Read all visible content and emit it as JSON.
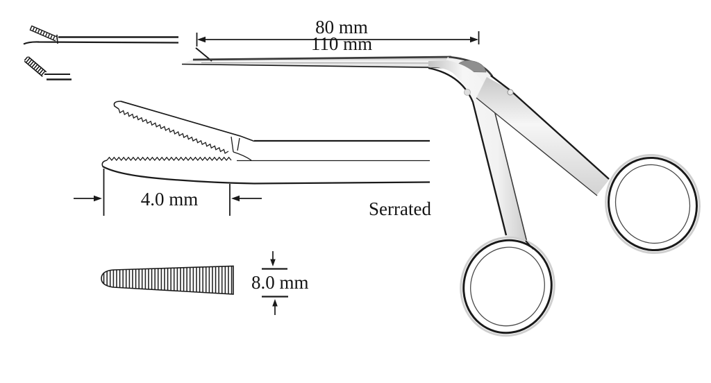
{
  "diagram": {
    "title_implicit": "Micro ear forceps technical drawing",
    "background": "#ffffff",
    "ink": "#1a1a1a",
    "shade": "#8f8f8f",
    "labels": {
      "jaw_length": "80 mm",
      "working_length": "110 mm",
      "jaw_opening": "4.0 mm",
      "serration": "Serrated",
      "tip_width": "8.0 mm"
    }
  }
}
